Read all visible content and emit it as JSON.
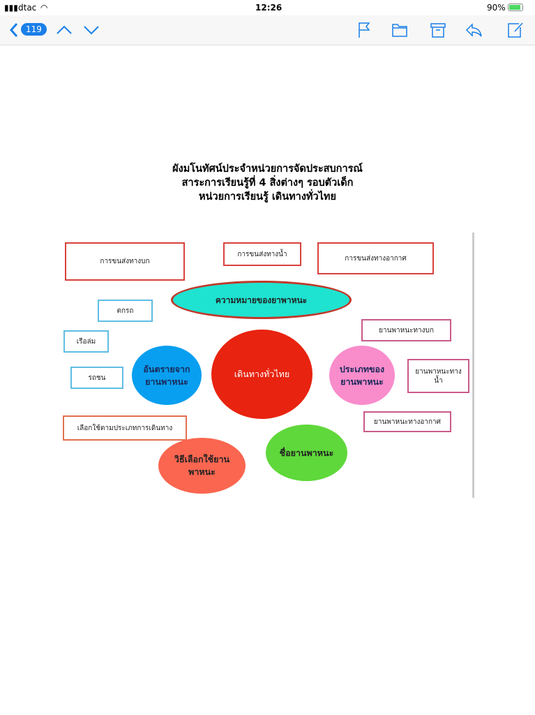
{
  "status": {
    "carrier": "dtac",
    "time": "12:26",
    "battery": "90%"
  },
  "nav": {
    "unread_count": "119"
  },
  "document": {
    "title_lines": [
      "ผังมโนทัศน์ประจำหน่วยการจัดประสบการณ์",
      "สาระการเรียนรู้ที่ 4 สิ่งต่างๆ รอบตัวเด็ก",
      "หน่วยการเรียนรู้ เดินทางทั่วไทย"
    ],
    "center": "เดินทางทั่วไทย",
    "meaning": "ความหมายของยาพาหนะ",
    "meaning_items": [
      "การขนส่งทางบก",
      "การขนส่งทางน้ำ",
      "การขนส่งทางอากาศ"
    ],
    "danger": "อันตรายจาก ยานพาหนะ",
    "danger_items": [
      "ตกรถ",
      "เรือล่ม",
      "รถชน"
    ],
    "types": "ประเภทของ ยานพาหนะ",
    "types_items": [
      "ยานพาหนะทางบก",
      "ยานพาหนะทาง น้ำ",
      "ยานพาหนะทางอากาศ"
    ],
    "choose": "วิธีเลือกใช้ยาน พาหนะ",
    "choose_items": [
      "เลือกใช้ตามประเภทการเดินทาง"
    ],
    "names": "ชื่อยานพาหนะ"
  },
  "colors": {
    "accent": "#1a7fe8",
    "center": "#e8230f",
    "teal": "#1ee3d0",
    "blue": "#089ff0",
    "pink": "#f98ccb",
    "salmon": "#fa6650",
    "green": "#5fd83b"
  }
}
